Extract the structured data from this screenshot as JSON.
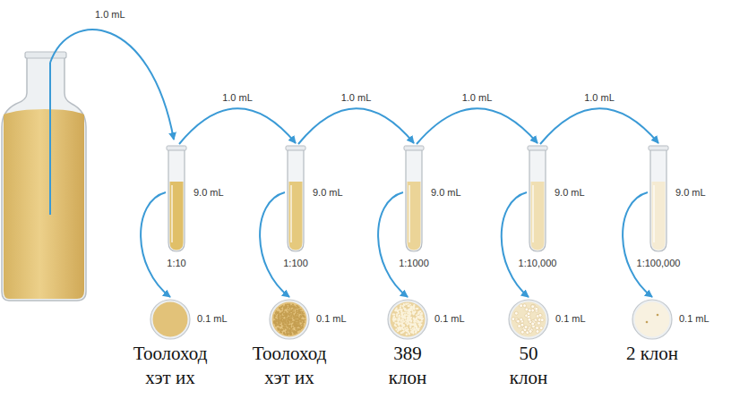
{
  "diagram": {
    "nodes": [
      {
        "text": [
          "9.0 mL",
          "1:10"
        ]
      },
      {
        "text": [
          "9.0 mL",
          "1:100"
        ]
      },
      {
        "text": [
          "9.0 mL",
          "1:1000"
        ]
      },
      {
        "text": [
          "9.0 mL",
          "1:10,000"
        ]
      },
      {
        "text": [
          "9.0 mL",
          "1:100,000"
        ]
      },
      {
        "text": [
          "0.1 mL",
          "Тоолоход хэт их"
        ]
      },
      {
        "text": [
          "0.1 mL",
          "Тоолоход хэт их"
        ]
      },
      {
        "text": [
          "0.1 mL",
          "389 клон"
        ]
      },
      {
        "text": [
          "0.1 mL",
          "50 клон"
        ]
      },
      {
        "text": [
          "0.1 mL",
          "2 клон"
        ]
      }
    ],
    "edges": [
      {
        "from": 0,
        "to": 1,
        "label": "1.0 mL",
        "arrow": "to"
      },
      {
        "from": 1,
        "to": 2,
        "label": "1.0 mL",
        "arrow": "to"
      },
      {
        "from": 2,
        "to": 3,
        "label": "1.0 mL",
        "arrow": "to"
      },
      {
        "from": 3,
        "to": 4,
        "label": "1.0 mL",
        "arrow": "to"
      },
      {
        "from": 0,
        "to": 5,
        "arrow": "to"
      },
      {
        "from": 1,
        "to": 6,
        "arrow": "to"
      },
      {
        "from": 2,
        "to": 7,
        "arrow": "to"
      },
      {
        "from": 3,
        "to": 8,
        "arrow": "to"
      },
      {
        "from": 4,
        "to": 9,
        "arrow": "to"
      }
    ],
    "labels": [
      "1.0 mL"
    ]
  }
}
